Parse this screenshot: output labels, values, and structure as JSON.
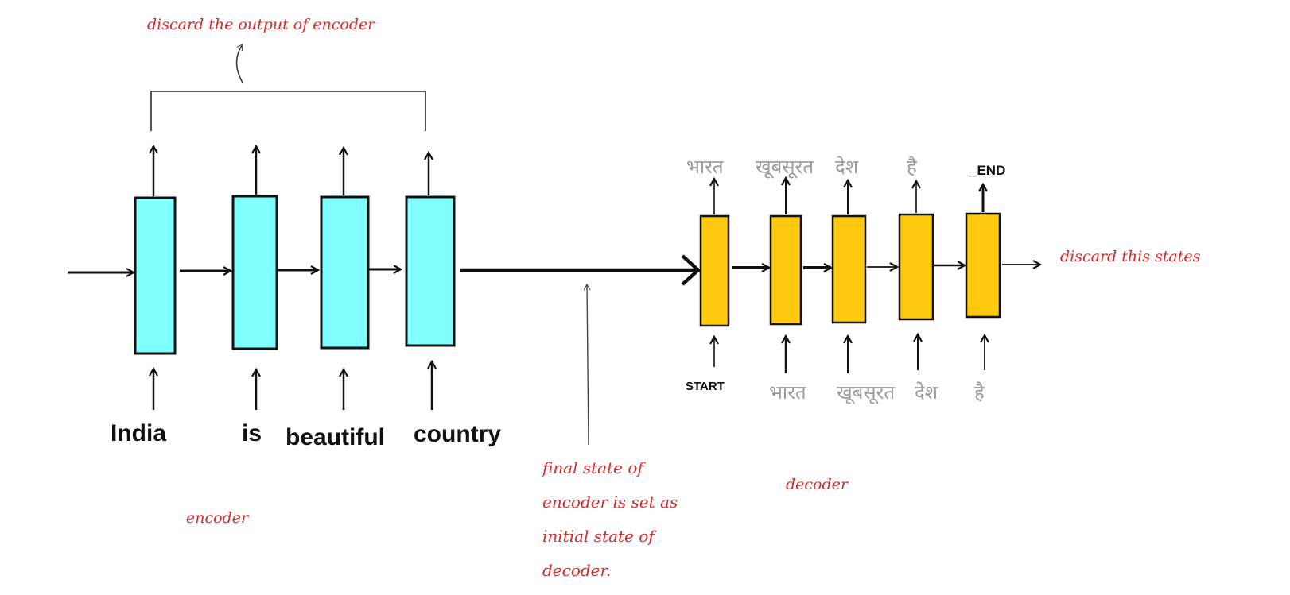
{
  "colors": {
    "encoder_cell": "#80ffff",
    "decoder_cell": "#ffc90e",
    "annotation": "#d62a2a",
    "hindi_text": "#9a9a9a"
  },
  "annotations": {
    "top": "discard the output of encoder",
    "right": "discard this states",
    "encoder": "encoder",
    "decoder": "decoder",
    "final_state": [
      "final state of",
      "encoder is set as",
      "initial state of",
      "decoder."
    ]
  },
  "encoder_inputs": [
    "India",
    "is",
    "beautiful",
    "country"
  ],
  "decoder_inputs": [
    "START",
    "भारत",
    "खूबसूरत",
    "देश",
    "है"
  ],
  "decoder_outputs": [
    "भारत",
    "खूबसूरत",
    "देश",
    "है",
    "_END"
  ]
}
